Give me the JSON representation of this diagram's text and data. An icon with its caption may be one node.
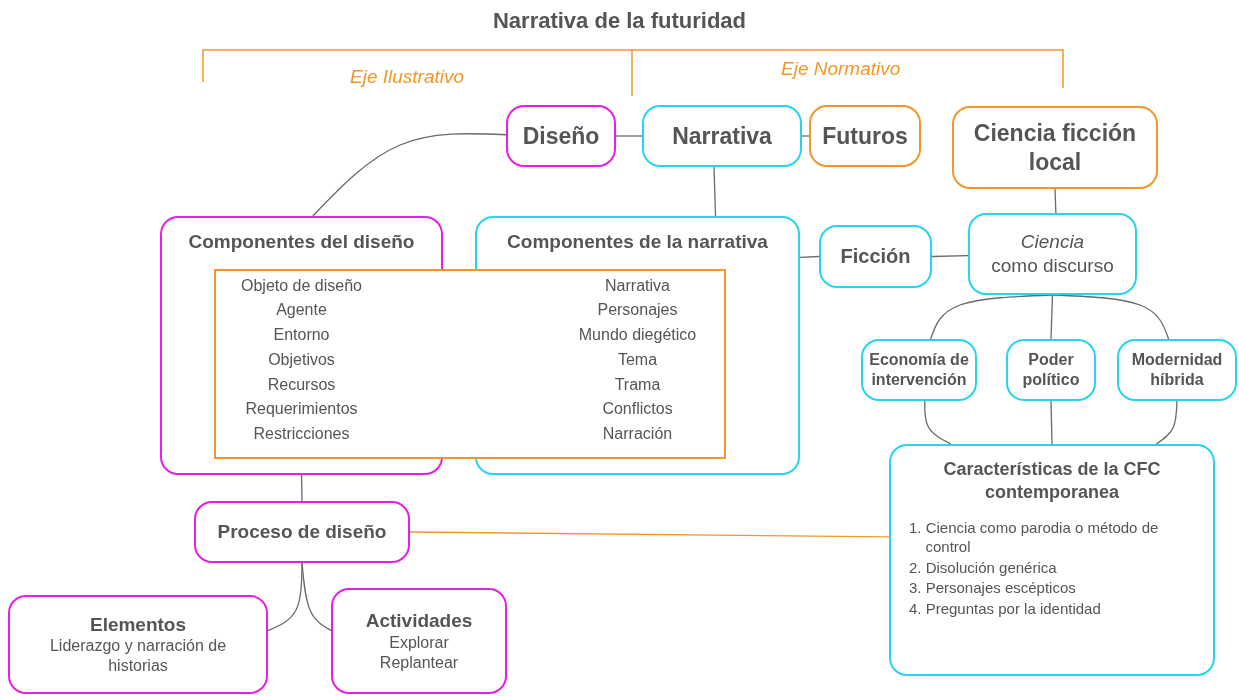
{
  "diagram": {
    "title": "Narrativa de la futuridad",
    "nodes": [
      {
        "text": [
          "Diseño"
        ]
      },
      {
        "text": [
          "Narrativa"
        ]
      },
      {
        "text": [
          "Futuros"
        ]
      },
      {
        "text": [
          "Ciencia ficción local"
        ]
      },
      {
        "text": [
          "Componentes del diseño",
          "Objeto de diseño",
          "Agente",
          "Entorno",
          "Objetivos",
          "Recursos",
          "Requerimientos",
          "Restricciones"
        ]
      },
      {
        "text": [
          "Componentes de la narrativa",
          "Narrativa",
          "Personajes",
          "Mundo diegético",
          "Tema",
          "Trama",
          "Conflictos",
          "Narración"
        ]
      },
      {
        "text": [
          "Ficción"
        ]
      },
      {
        "text": [
          "Ciencia",
          "como discurso"
        ]
      },
      {
        "text": [
          "Economía de intervención"
        ]
      },
      {
        "text": [
          "Poder político"
        ]
      },
      {
        "text": [
          "Modernidad híbrida"
        ]
      },
      {
        "text": [
          "Características de la CFC contemporanea",
          "1. Ciencia como parodia o método de control",
          "2. Disolución genérica",
          "3. Personajes escépticos",
          "4. Preguntas por la identidad"
        ]
      },
      {
        "text": [
          "Proceso de diseño"
        ]
      },
      {
        "text": [
          "Elementos",
          "Liderazgo y narración de historias"
        ]
      },
      {
        "text": [
          "Actividades",
          "Explorar",
          "Replantear"
        ]
      }
    ],
    "edges": [
      {
        "from": 0,
        "to": 1,
        "arrow": "none"
      },
      {
        "from": 1,
        "to": 2,
        "arrow": "none"
      },
      {
        "from": 0,
        "to": 4,
        "arrow": "none"
      },
      {
        "from": 1,
        "to": 5,
        "arrow": "none"
      },
      {
        "from": 5,
        "to": 6,
        "arrow": "none"
      },
      {
        "from": 6,
        "to": 7,
        "arrow": "none"
      },
      {
        "from": 3,
        "to": 7,
        "arrow": "none"
      },
      {
        "from": 7,
        "to": 8,
        "arrow": "none"
      },
      {
        "from": 7,
        "to": 9,
        "arrow": "none"
      },
      {
        "from": 7,
        "to": 10,
        "arrow": "none"
      },
      {
        "from": 8,
        "to": 11,
        "arrow": "none"
      },
      {
        "from": 9,
        "to": 11,
        "arrow": "none"
      },
      {
        "from": 10,
        "to": 11,
        "arrow": "none"
      },
      {
        "from": 4,
        "to": 12,
        "arrow": "none"
      },
      {
        "from": 12,
        "to": 11,
        "arrow": "none",
        "color": "#f5962a"
      },
      {
        "from": 12,
        "to": 13,
        "arrow": "none"
      },
      {
        "from": 12,
        "to": 14,
        "arrow": "none"
      }
    ],
    "labels": [
      "Eje Ilustrativo",
      "Eje Normativo"
    ]
  }
}
